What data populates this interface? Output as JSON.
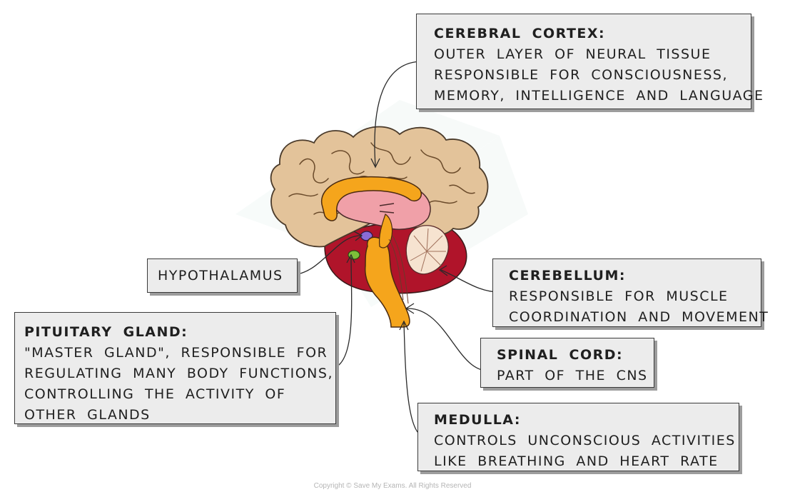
{
  "labels": {
    "cortex": {
      "title": "CEREBRAL  CORTEX:",
      "lines": [
        "OUTER  LAYER  OF  NEURAL  TISSUE",
        "RESPONSIBLE  FOR  CONSCIOUSNESS,",
        "MEMORY,  INTELLIGENCE  AND  LANGUAGE"
      ]
    },
    "hypothalamus": {
      "title": "HYPOTHALAMUS"
    },
    "cerebellum": {
      "title": "CEREBELLUM:",
      "lines": [
        "RESPONSIBLE  FOR  MUSCLE",
        "COORDINATION  AND  MOVEMENT"
      ]
    },
    "pituitary": {
      "title": "PITUITARY  GLAND:",
      "lines": [
        "\"MASTER  GLAND\",  RESPONSIBLE  FOR",
        "REGULATING  MANY  BODY  FUNCTIONS,",
        "CONTROLLING  THE  ACTIVITY  OF",
        "OTHER  GLANDS"
      ]
    },
    "spinal": {
      "title": "SPINAL  CORD:",
      "lines": [
        "PART  OF  THE  CNS"
      ]
    },
    "medulla": {
      "title": "MEDULLA:",
      "lines": [
        "CONTROLS  UNCONSCIOUS  ACTIVITIES",
        "LIKE  BREATHING  AND  HEART  RATE"
      ]
    }
  },
  "footer": {
    "copyright": "Copyright © Save My Exams. All Rights Reserved"
  },
  "colors": {
    "cortex": "#e3c39a",
    "cortex_outline": "#4a3a2a",
    "inner": "#f0a0a8",
    "corpus": "#f5a51c",
    "brainstem": "#f5a51c",
    "cerebellum": "#b0142a",
    "cerebellum_tree": "#f6e3d0",
    "pituitary": "#7cbf3a",
    "hypothalamus": "#8a6bd6",
    "box_fill": "#ececec",
    "box_shadow": "#9c9c9c"
  }
}
